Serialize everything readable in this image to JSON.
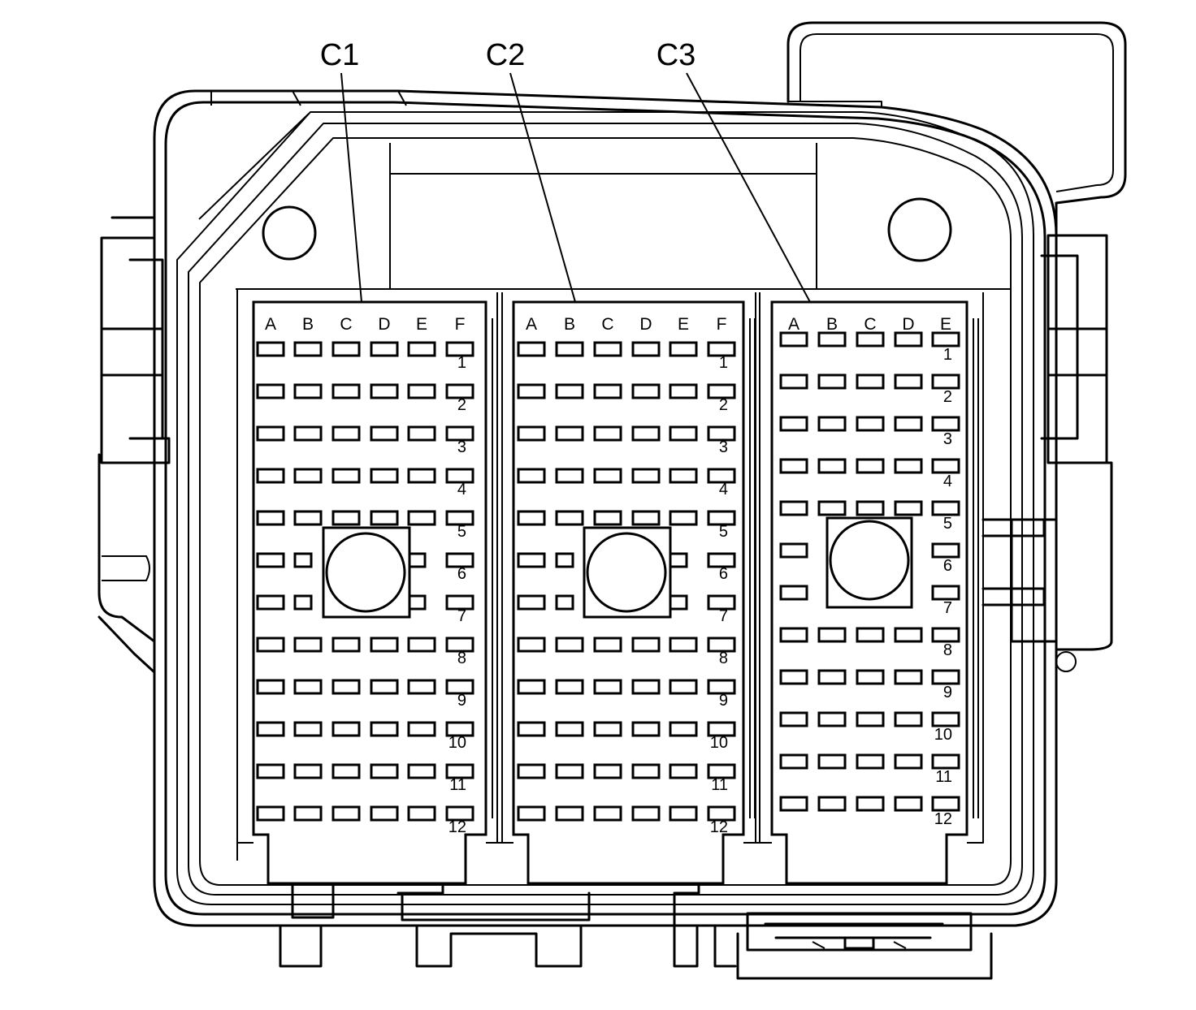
{
  "connectors": [
    {
      "id": "c1",
      "label": "C1",
      "columns": [
        "A",
        "B",
        "C",
        "D",
        "E",
        "F"
      ],
      "rows": [
        "1",
        "2",
        "3",
        "4",
        "5",
        "6",
        "7",
        "8",
        "9",
        "10",
        "11",
        "12"
      ]
    },
    {
      "id": "c2",
      "label": "C2",
      "columns": [
        "A",
        "B",
        "C",
        "D",
        "E",
        "F"
      ],
      "rows": [
        "1",
        "2",
        "3",
        "4",
        "5",
        "6",
        "7",
        "8",
        "9",
        "10",
        "11",
        "12"
      ]
    },
    {
      "id": "c3",
      "label": "C3",
      "columns": [
        "A",
        "B",
        "C",
        "D",
        "E"
      ],
      "rows": [
        "1",
        "2",
        "3",
        "4",
        "5",
        "6",
        "7",
        "8",
        "9",
        "10",
        "11",
        "12"
      ]
    }
  ]
}
